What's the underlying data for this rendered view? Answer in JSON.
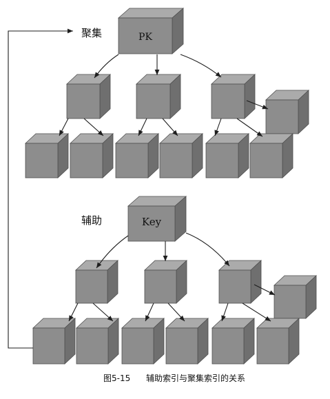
{
  "clustered_index": {
    "label": "聚集",
    "root_key": "PK"
  },
  "secondary_index": {
    "label": "辅助",
    "root_key": "Key"
  },
  "caption": {
    "figure_number": "图5-15",
    "title": "辅助索引与聚集索引的关系"
  },
  "colors": {
    "cube_front": "#8d8d8d",
    "cube_top": "#ababab",
    "cube_side": "#6f6f6f",
    "cube_edge": "#4e4e4e",
    "line": "#1e1e1e"
  }
}
